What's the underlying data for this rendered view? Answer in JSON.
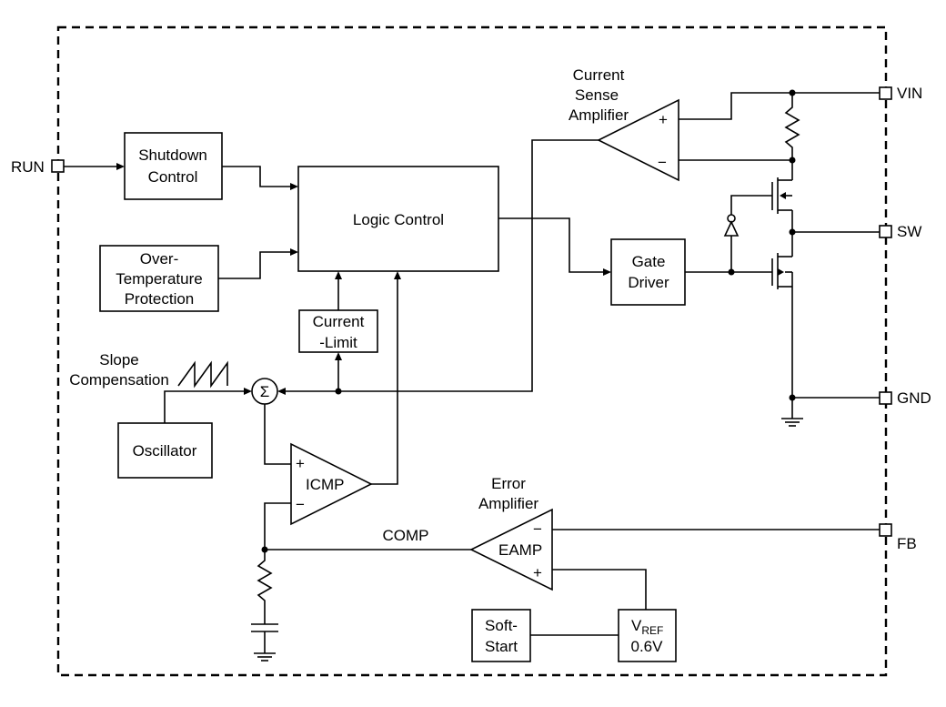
{
  "pins": {
    "run": "RUN",
    "vin": "VIN",
    "sw": "SW",
    "gnd": "GND",
    "fb": "FB"
  },
  "blocks": {
    "shutdown_control": [
      "Shutdown",
      "Control"
    ],
    "over_temperature_protection": [
      "Over-",
      "Temperature",
      "Protection"
    ],
    "logic_control": "Logic Control",
    "current_limit": [
      "Current",
      "-Limit"
    ],
    "oscillator": "Oscillator",
    "gate_driver": [
      "Gate",
      "Driver"
    ],
    "soft_start": [
      "Soft-",
      "Start"
    ],
    "vref": {
      "main": "V",
      "subscript": "REF",
      "value": "0.6V"
    }
  },
  "amplifiers": {
    "current_sense": {
      "label": [
        "Current",
        "Sense",
        "Amplifier"
      ],
      "plus": "+",
      "minus": "−"
    },
    "icmp": {
      "label": "ICMP",
      "plus": "+",
      "minus": "−"
    },
    "eamp": {
      "label": "EAMP",
      "title": [
        "Error",
        "Amplifier"
      ],
      "plus": "+",
      "minus": "−"
    }
  },
  "labels": {
    "slope_compensation": [
      "Slope",
      "Compensation"
    ],
    "comp": "COMP",
    "summer_symbol": "Σ"
  }
}
